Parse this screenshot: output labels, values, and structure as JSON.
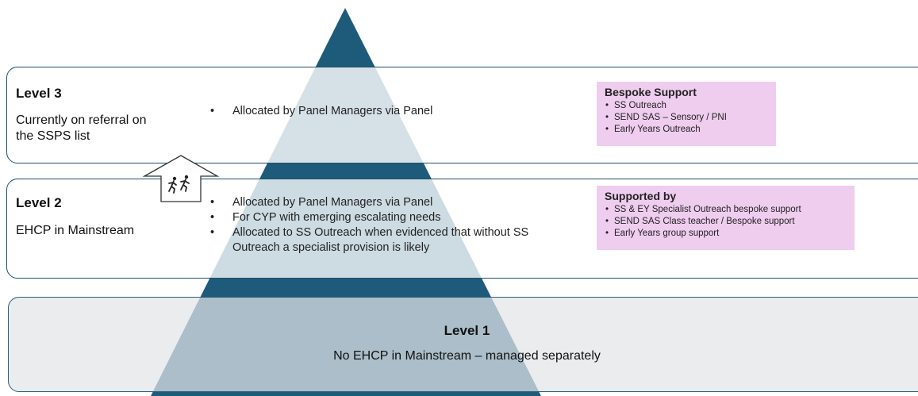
{
  "levels": {
    "level3": {
      "title": "Level 3",
      "subtitle_line1": "Currently on referral on",
      "subtitle_line2": "the SSPS list",
      "bullets": [
        "Allocated by Panel Managers via Panel"
      ],
      "support_box": {
        "heading": "Bespoke Support",
        "items": [
          "SS Outreach",
          "SEND SAS – Sensory / PNI",
          "Early Years Outreach"
        ]
      }
    },
    "level2": {
      "title": "Level 2",
      "subtitle": "EHCP in Mainstream",
      "bullets": [
        "Allocated by Panel Managers via Panel",
        "For CYP with emerging escalating needs",
        "Allocated to SS Outreach when evidenced that without SS",
        "Outreach a specialist provision is likely"
      ],
      "support_box": {
        "heading": "Supported by",
        "items": [
          "SS & EY Specialist Outreach bespoke support",
          "SEND SAS Class teacher / Bespoke support",
          "Early Years group support"
        ]
      }
    },
    "level1": {
      "title": "Level 1",
      "subtitle": "No EHCP in Mainstream – managed separately"
    }
  },
  "colors": {
    "pyramid": "#1e5b7b",
    "border": "#1f4e68",
    "pink_box": "#efcdef",
    "level1_fill": "#e2e5e7"
  },
  "icons": {
    "escalation_arrow": "up-arrow-icon",
    "running_figures": "running-people-icon"
  }
}
